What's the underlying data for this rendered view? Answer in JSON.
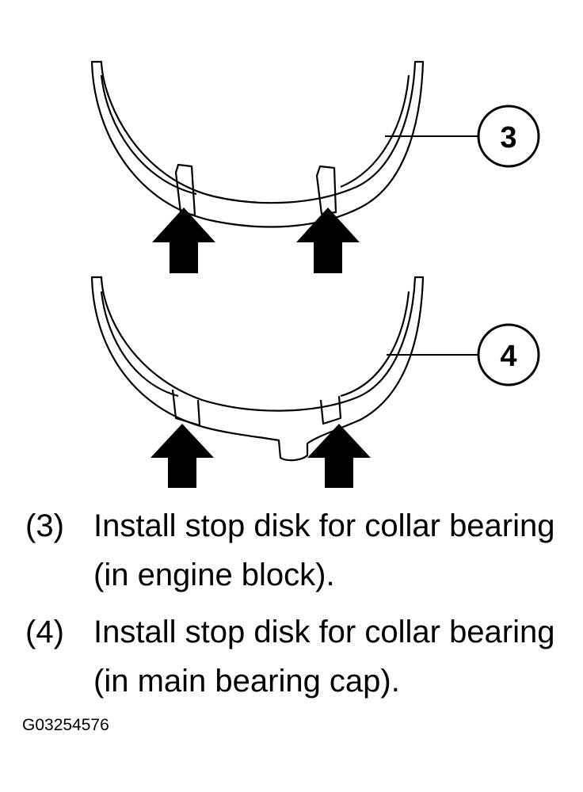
{
  "callouts": [
    {
      "id": "3",
      "label": "3"
    },
    {
      "id": "4",
      "label": "4"
    }
  ],
  "captions": [
    {
      "number": "(3)",
      "line1": "Install stop disk for collar bearing",
      "line2": "(in engine block)."
    },
    {
      "number": "(4)",
      "line1": "Install stop disk for collar bearing",
      "line2": "(in main bearing cap)."
    }
  ],
  "figure_id": "G03254576"
}
